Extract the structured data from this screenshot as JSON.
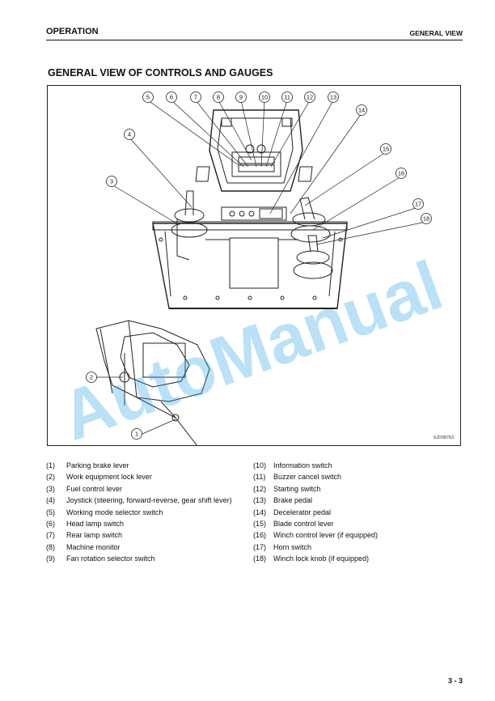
{
  "header": {
    "section": "OPERATION",
    "chapter": "GENERAL VIEW"
  },
  "title": "GENERAL VIEW OF CONTROLS AND GAUGES",
  "figure": {
    "code": "9JD08763",
    "callouts": [
      "5",
      "6",
      "7",
      "8",
      "9",
      "10",
      "11",
      "12",
      "13",
      "14",
      "4",
      "15",
      "16",
      "3",
      "17",
      "18",
      "2",
      "1"
    ]
  },
  "watermark": "AutoManual",
  "legend_left": [
    {
      "num": "(1)",
      "text": "Parking brake lever"
    },
    {
      "num": "(2)",
      "text": "Work equipment lock lever"
    },
    {
      "num": "(3)",
      "text": "Fuel control lever"
    },
    {
      "num": "(4)",
      "text": "Joystick (steering, forward-reverse, gear shift lever)"
    },
    {
      "num": "(5)",
      "text": "Working mode selector switch"
    },
    {
      "num": "(6)",
      "text": "Head lamp switch"
    },
    {
      "num": "(7)",
      "text": "Rear lamp switch"
    },
    {
      "num": "(8)",
      "text": "Machine monitor"
    },
    {
      "num": "(9)",
      "text": "Fan rotation selector switch"
    }
  ],
  "legend_right": [
    {
      "num": "(10)",
      "text": "Information switch"
    },
    {
      "num": "(11)",
      "text": "Buzzer cancel switch"
    },
    {
      "num": "(12)",
      "text": "Starting switch"
    },
    {
      "num": "(13)",
      "text": "Brake pedal"
    },
    {
      "num": "(14)",
      "text": "Decelerator pedal"
    },
    {
      "num": "(15)",
      "text": "Blade control lever"
    },
    {
      "num": "(16)",
      "text": "Winch control lever (if equipped)"
    },
    {
      "num": "(17)",
      "text": "Horn switch"
    },
    {
      "num": "(18)",
      "text": "Winch lock knob (if equipped)"
    }
  ],
  "page_number": "3 - 3"
}
